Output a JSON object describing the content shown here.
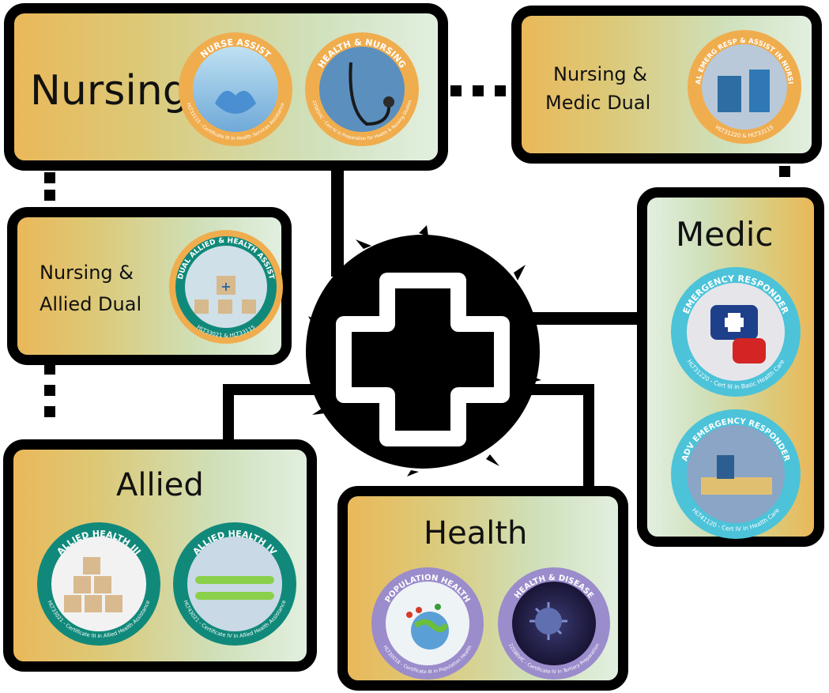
{
  "nursing": {
    "title": "Nursing",
    "badges": [
      {
        "arc_top": "NURSE ASSIST",
        "arc_bottom": "HLT33115 - Certificate III in Health Services Assistance",
        "ring": "#f0ad4e"
      },
      {
        "arc_top": "HEALTH & NURSING",
        "arc_bottom": "22585VIC - Cert IV in Preparation for Health & Nursing Studies",
        "ring": "#f0ad4e"
      }
    ]
  },
  "nursing_medic": {
    "title_line1": "Nursing &",
    "title_line2": "Medic Dual",
    "badge": {
      "arc_top": "DUAL EMERG RESP & ASSIST IN NURSING",
      "arc_bottom": "HLT31220 & HLT33115",
      "ring": "#f0ad4e"
    }
  },
  "nursing_allied": {
    "title_line1": "Nursing &",
    "title_line2": "Allied Dual",
    "badge": {
      "arc_top": "DUAL ALLIED & HEALTH ASSIST",
      "arc_bottom": "HLT33021 & HLT33115",
      "ring": "#f0ad4e"
    }
  },
  "medic": {
    "title": "Medic",
    "badges": [
      {
        "arc_top": "EMERGENCY RESPONDER",
        "arc_bottom": "HLT31220 - Cert III in Basic Health Care",
        "ring": "#4cc3d9"
      },
      {
        "arc_top": "ADV EMERGENCY RESPONDER",
        "arc_bottom": "HLT41120 - Cert IV in Health Care",
        "ring": "#4cc3d9"
      }
    ]
  },
  "allied": {
    "title": "Allied",
    "badges": [
      {
        "arc_top": "ALLIED HEALTH III",
        "arc_bottom": "HLT33021 - Certificate III in Allied Health Assistance",
        "ring": "#11897a"
      },
      {
        "arc_top": "ALLIED HEALTH IV",
        "arc_bottom": "HLT43021 - Certificate IV in Allied Health Assistance",
        "ring": "#11897a"
      }
    ]
  },
  "health": {
    "title": "Health",
    "badges": [
      {
        "arc_top": "POPULATION HEALTH",
        "arc_bottom": "HLT30018 - Certificate III in Population Health",
        "ring": "#9b8ccb"
      },
      {
        "arc_top": "HEALTH & DISEASE",
        "arc_bottom": "22586VIC - Certificate IV in Tertiary Preparation",
        "ring": "#9b8ccb"
      }
    ]
  },
  "icons": {
    "center": "medical-cross-icon"
  }
}
